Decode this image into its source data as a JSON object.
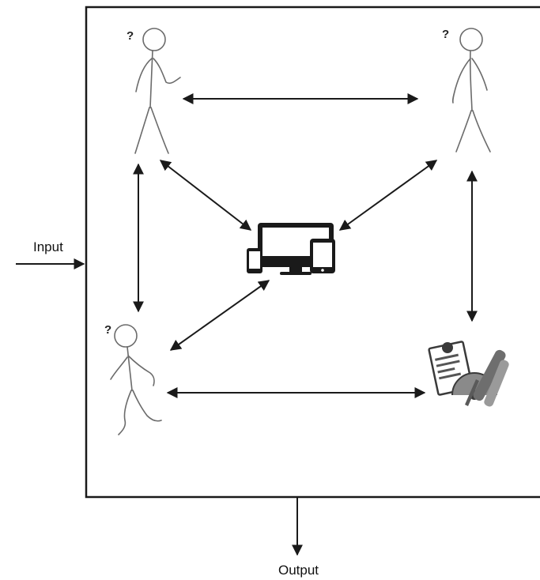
{
  "diagram": {
    "input_label": "Input",
    "output_label": "Output",
    "unknown_mark": "?",
    "nodes": [
      {
        "id": "person-top-left",
        "icon": "stick-figure-icon"
      },
      {
        "id": "person-top-right",
        "icon": "stick-figure-icon"
      },
      {
        "id": "person-bottom-left",
        "icon": "running-figure-icon"
      },
      {
        "id": "devices-center",
        "icon": "devices-icon"
      },
      {
        "id": "tools-bottom-right",
        "icon": "documents-tools-icon"
      }
    ],
    "colors": {
      "line": "#1a1a1a",
      "figure": "#6b6b6b"
    }
  }
}
